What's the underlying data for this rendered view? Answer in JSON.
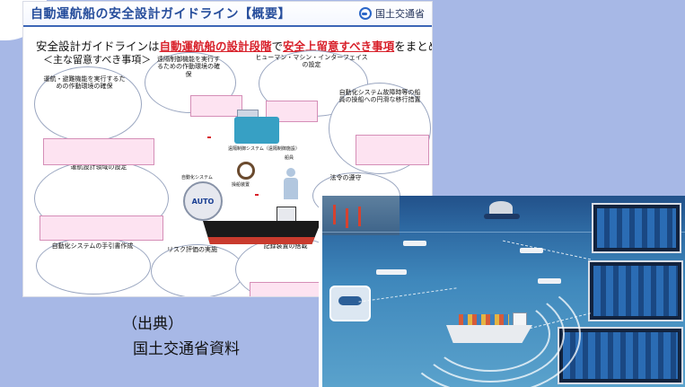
{
  "slide": {
    "title": "自動運航船の安全設計ガイドライン【概要】",
    "ministry_logo_text": "国土交通省",
    "subtitle_prefix": "安全設計ガイドラインは",
    "subtitle_highlight": "自動運航船の設計段階",
    "subtitle_mid": "で",
    "subtitle_highlight2": "安全上留意すべき事項",
    "subtitle_suffix": "をまとめたもの。",
    "subtitle2": "＜主な留意すべき事項＞",
    "topics": [
      "運航・避難機能を実行するための作動環境の確保",
      "遠隔制御機能を実行するための作動環境の確保",
      "ヒューマン・マシン・インターフェイスの設定",
      "自動化システム故障時等の船員の操船への円滑な移行措置",
      "運航設計領域の設定",
      "法令の遵守",
      "自動化システムの手引書作成",
      "リスク評価の実施",
      "記録装置の搭載"
    ],
    "labels": {
      "remote_system": "遠隔制御システム（遠隔制御施設）",
      "steering": "操船装置",
      "automation": "自動化システム",
      "crew": "船員",
      "auto": "AUTO"
    }
  },
  "caption": {
    "line1": "（出典）",
    "line2": "国土交通省資料"
  }
}
